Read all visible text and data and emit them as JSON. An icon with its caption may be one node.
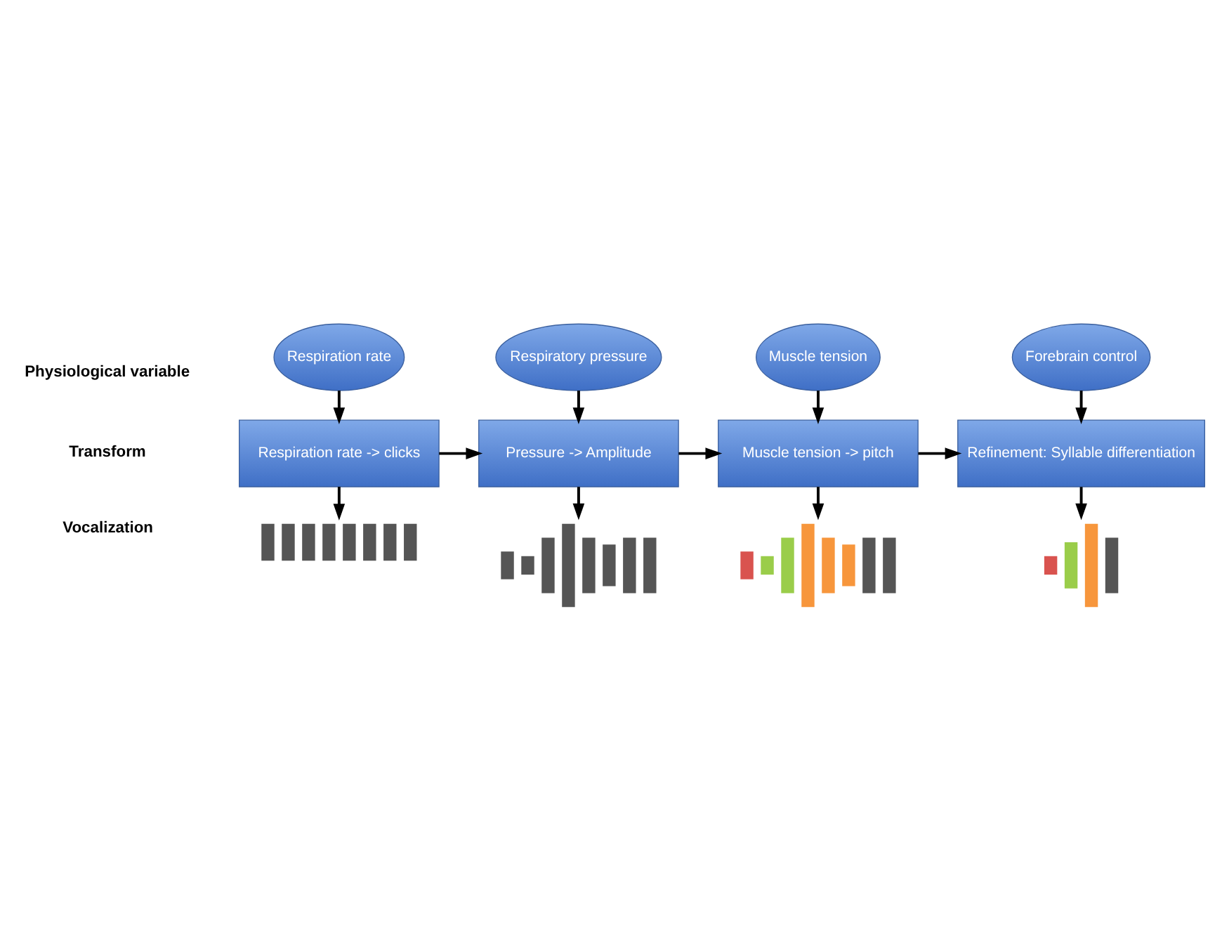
{
  "diagram": {
    "nodes": [
      {
        "text": [
          "Respiration rate"
        ]
      },
      {
        "text": [
          "Respiration rate -> clicks"
        ]
      },
      {
        "text": [],
        "shape": "picture"
      },
      {
        "text": [
          "Respiratory pressure"
        ]
      },
      {
        "text": [
          "Pressure -> Amplitude"
        ]
      },
      {
        "text": [],
        "shape": "picture"
      },
      {
        "text": [
          "Muscle tension"
        ]
      },
      {
        "text": [
          "Muscle tension -> pitch"
        ]
      },
      {
        "text": [],
        "shape": "picture"
      },
      {
        "text": [
          "Forebrain control"
        ]
      },
      {
        "text": [
          "Refinement: Syllable differentiation"
        ]
      },
      {
        "text": [],
        "shape": "picture"
      }
    ],
    "edges": [
      {
        "from": 0,
        "to": 1,
        "arrow": "to"
      },
      {
        "from": 1,
        "to": 2,
        "arrow": "to"
      },
      {
        "from": 1,
        "to": 4,
        "arrow": "to"
      },
      {
        "from": 3,
        "to": 4,
        "arrow": "to"
      },
      {
        "from": 4,
        "to": 5,
        "arrow": "to"
      },
      {
        "from": 4,
        "to": 7,
        "arrow": "to"
      },
      {
        "from": 6,
        "to": 7,
        "arrow": "to"
      },
      {
        "from": 7,
        "to": 8,
        "arrow": "to"
      },
      {
        "from": 7,
        "to": 10,
        "arrow": "to"
      },
      {
        "from": 9,
        "to": 10,
        "arrow": "to"
      },
      {
        "from": 10,
        "to": 11,
        "arrow": "to"
      }
    ],
    "labels": [
      "Physiological variable",
      "Transform",
      "Vocalization"
    ]
  }
}
